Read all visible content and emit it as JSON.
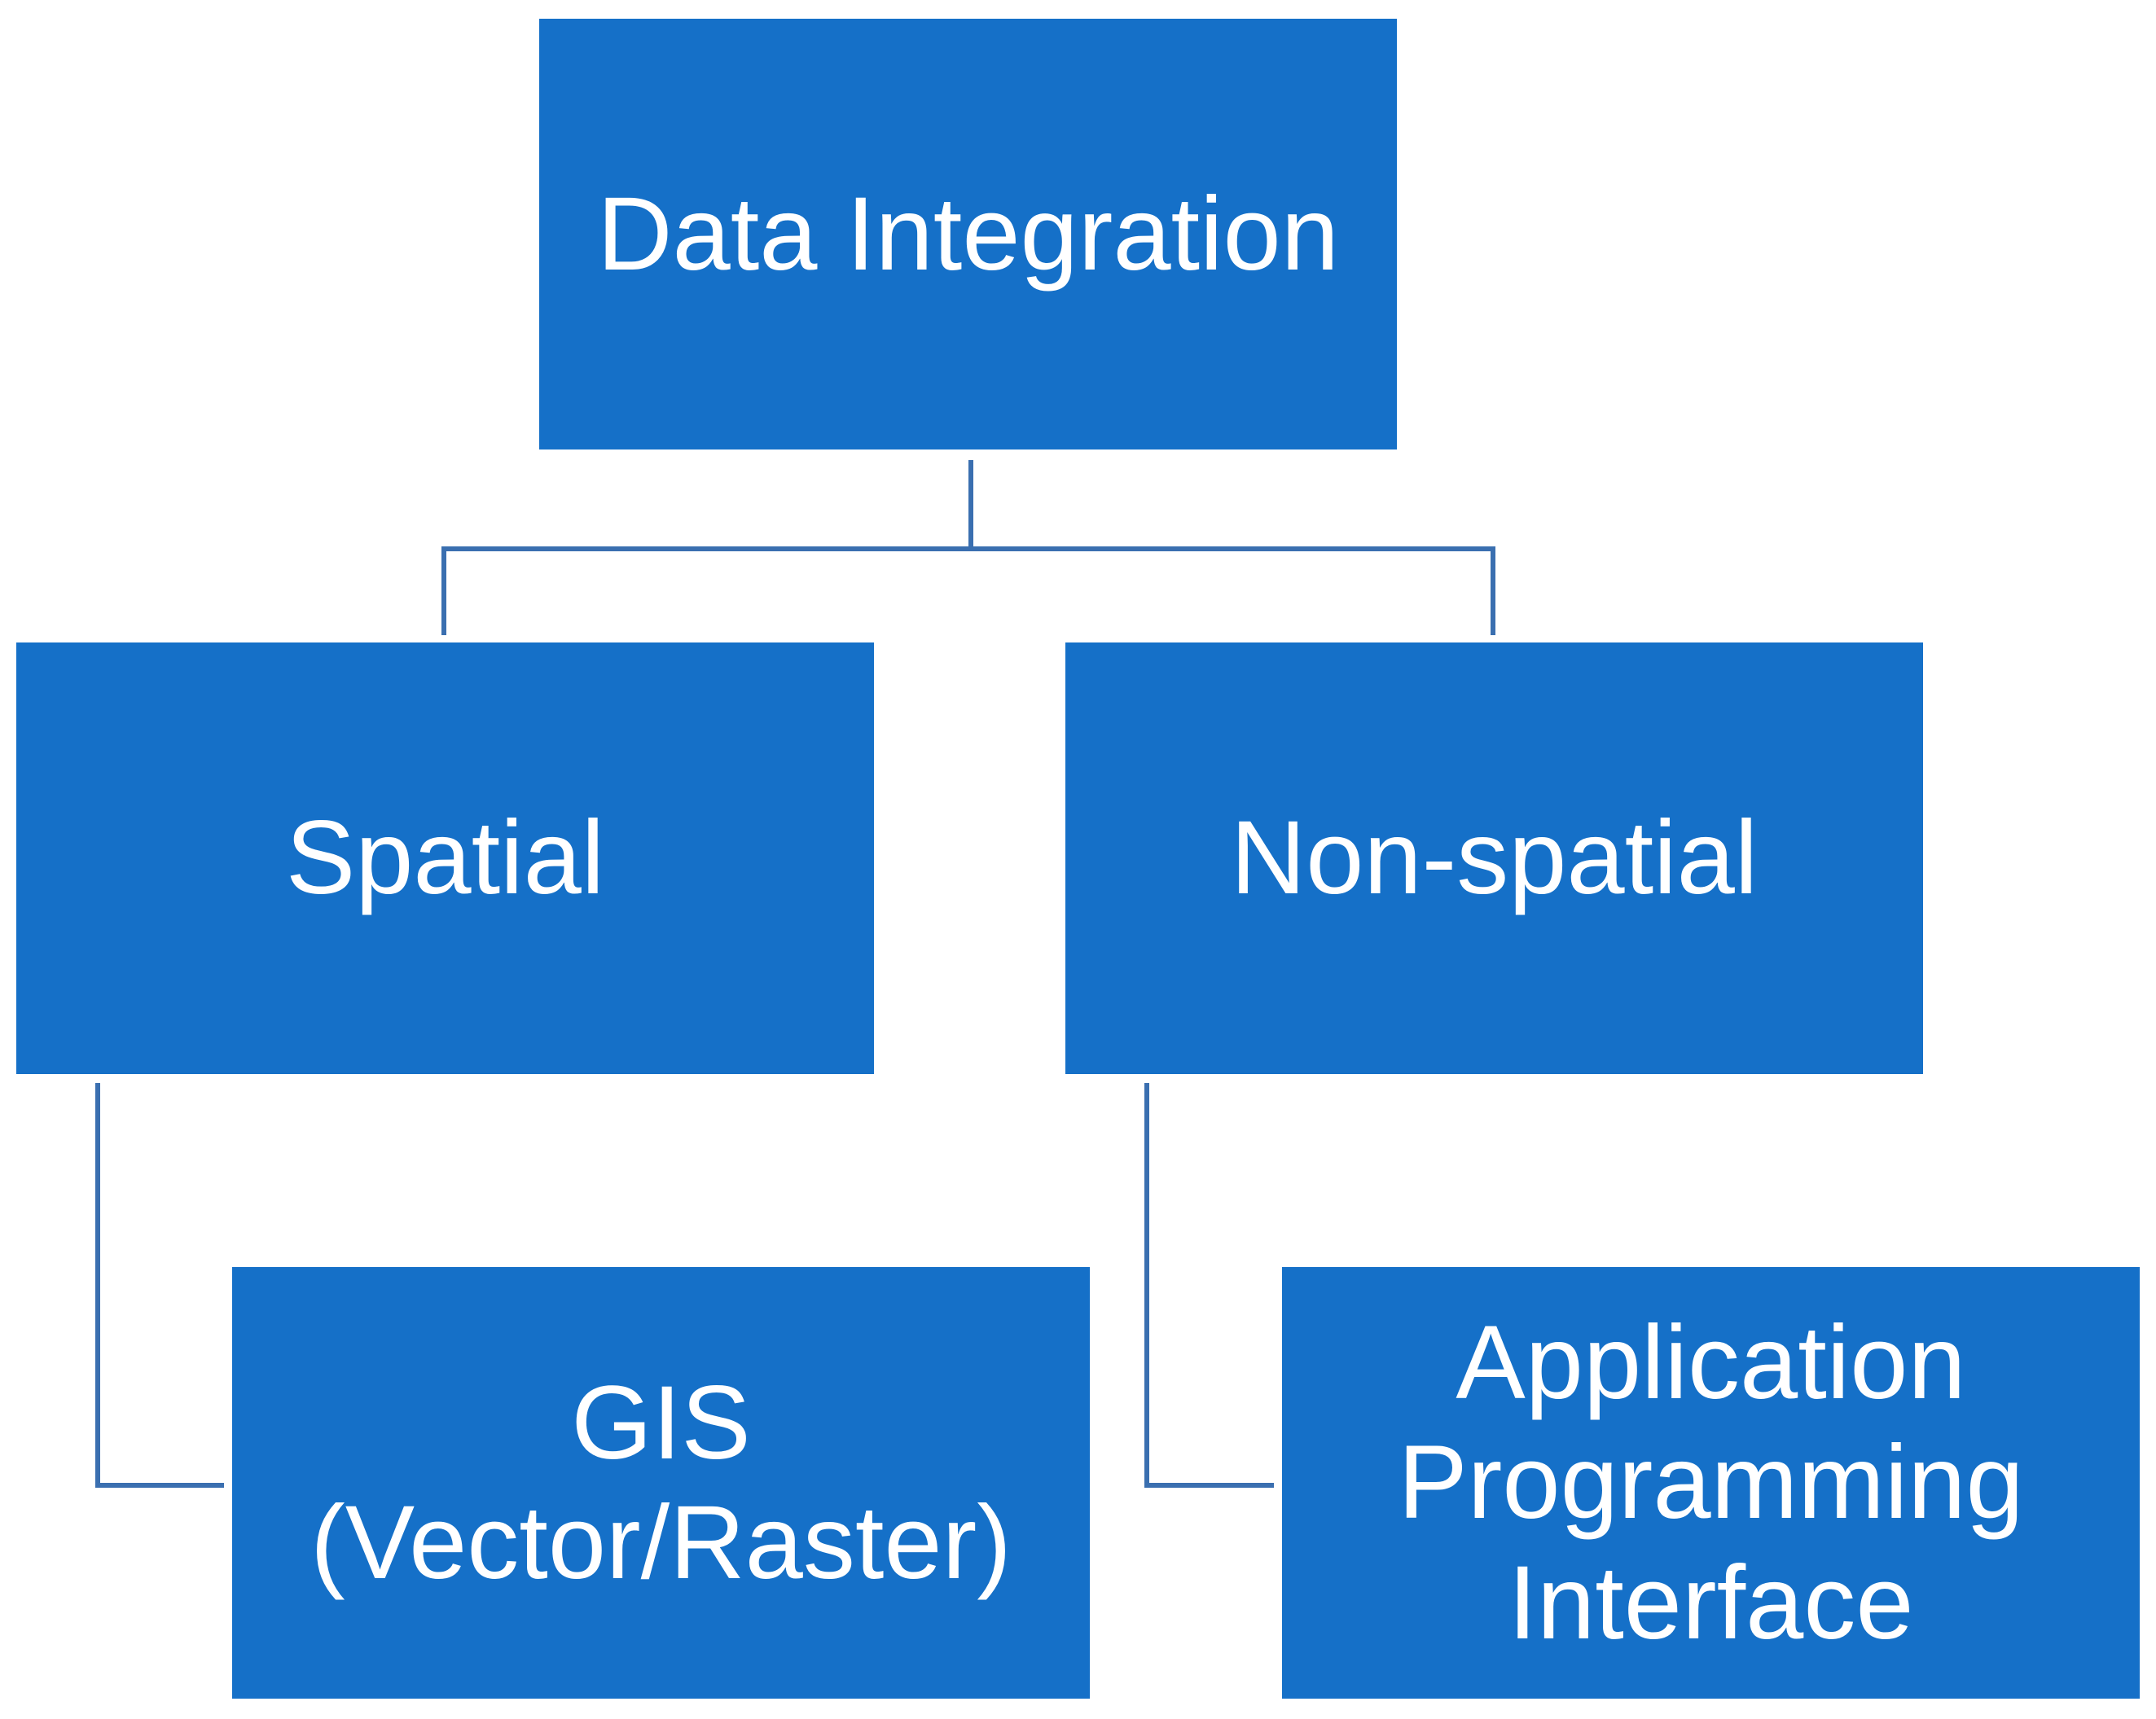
{
  "diagram": {
    "root": {
      "label": "Data Integration"
    },
    "branches": [
      {
        "label": "Spatial",
        "child": {
          "lines": [
            "GIS",
            "(Vector/Raster)"
          ]
        }
      },
      {
        "label": "Non-spatial",
        "child": {
          "lines": [
            "Application",
            "Programming",
            "Interface"
          ]
        }
      }
    ]
  },
  "colors": {
    "box_fill": "#1570c8",
    "box_text": "#ffffff",
    "connector": "#3a6fb0"
  }
}
